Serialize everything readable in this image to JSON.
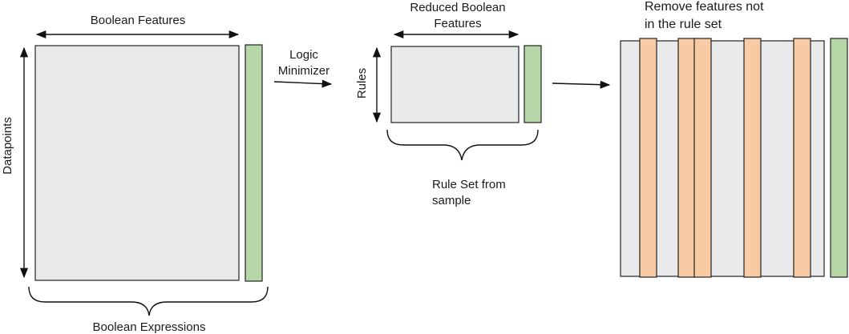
{
  "labels": {
    "boolean_features": "Boolean Features",
    "datapoints": "Datapoints",
    "boolean_expressions": "Boolean Expressions",
    "logic_minimizer_line1": "Logic",
    "logic_minimizer_line2": "Minimizer",
    "reduced_line1": "Reduced Boolean",
    "reduced_line2": "Features",
    "rules": "Rules",
    "rule_set_line1": "Rule Set from",
    "rule_set_line2": "sample",
    "remove_line1": "Remove features not",
    "remove_line2": "in the rule set"
  },
  "colors": {
    "matrix_fill": "#e8eaeb",
    "label_column": "#b5d6a7",
    "highlight_column": "#f8cba4",
    "stroke": "#222222"
  },
  "icons": [
    "arrow-right-icon",
    "double-arrow-icon",
    "curly-brace-icon"
  ]
}
